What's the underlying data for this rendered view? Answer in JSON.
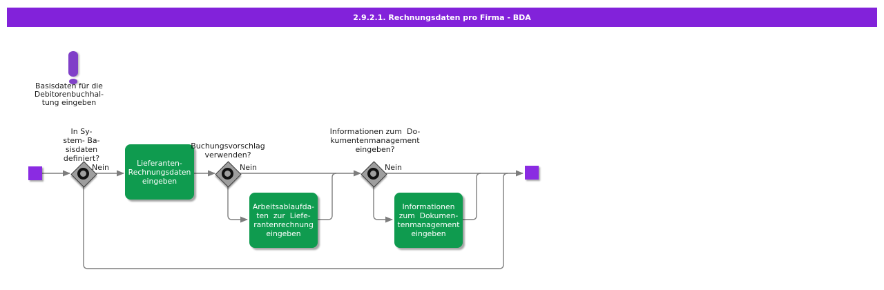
{
  "title_bar": {
    "title": "2.9.2.1. Rechnungsdaten pro Firma - BDA"
  },
  "annotation": {
    "icon": "exclamation",
    "text": "Basisdaten für die\nDebitorenbuchhal-\ntung eingeben"
  },
  "process": {
    "decisions": [
      {
        "question": "In Sy-\nstem- Ba-\nsisdaten\ndefiniert?",
        "no_label": "Nein"
      },
      {
        "question": "Buchungsvorschlag\nverwenden?",
        "no_label": "Nein"
      },
      {
        "question": "Informationen zum  Do-\nkumentenmanagement\neingeben?",
        "no_label": "Nein"
      }
    ],
    "tasks": [
      {
        "label": "Lieferanten-\nRechnungsdaten\neingeben"
      },
      {
        "label": "Arbeitsablaufda-\nten  zur  Liefe-\nrantenrechnung\neingeben"
      },
      {
        "label": "Informationen\nzum  Dokumen-\ntenmanagement\neingeben"
      }
    ]
  },
  "colors": {
    "title_bar": "#8222DA",
    "terminal_node": "#8A2BE2",
    "task_fill": "#0F9B4F",
    "task_text": "#ffffff",
    "gateway_fill": "#9e9e9e",
    "gateway_ring": "#111111",
    "connector": "#7d7d7d",
    "annotation_icon": "#8040C8",
    "text": "#1a1a1a"
  }
}
